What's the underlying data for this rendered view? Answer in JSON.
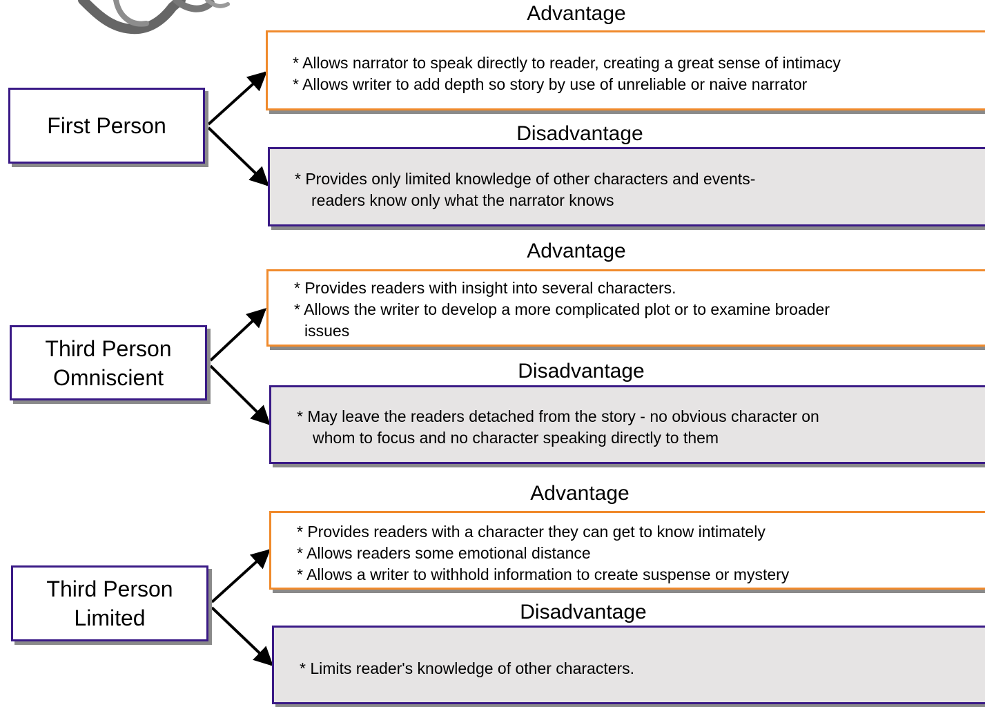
{
  "sections": [
    {
      "pov": [
        "First Person"
      ],
      "advantage": {
        "heading": "Advantage",
        "lines": [
          "* Allows narrator to speak directly to reader, creating a great sense of intimacy",
          "* Allows writer to add depth so story by use of unreliable or naive narrator"
        ]
      },
      "disadvantage": {
        "heading": "Disadvantage",
        "lines": [
          "* Provides only limited knowledge of other characters and events-",
          "readers know only what the narrator knows"
        ]
      }
    },
    {
      "pov": [
        "Third Person",
        "Omniscient"
      ],
      "advantage": {
        "heading": "Advantage",
        "lines": [
          "* Provides readers with insight into several characters.",
          "* Allows the writer to develop a more complicated plot or to examine broader",
          "issues"
        ]
      },
      "disadvantage": {
        "heading": "Disadvantage",
        "lines": [
          "* May leave the readers detached from the story - no obvious character on",
          "whom to focus and no character speaking directly to them"
        ]
      }
    },
    {
      "pov": [
        "Third Person",
        "Limited"
      ],
      "advantage": {
        "heading": "Advantage",
        "lines": [
          "* Provides readers with a character they can get to know intimately",
          "* Allows readers some emotional distance",
          "* Allows a writer to withhold information to create suspense or mystery"
        ]
      },
      "disadvantage": {
        "heading": "Disadvantage",
        "lines": [
          "* Limits reader's knowledge of other characters."
        ]
      }
    }
  ],
  "colors": {
    "advantage_border": "#f08a2c",
    "disadvantage_border": "#3a1a86",
    "disadvantage_fill": "#e6e4e4",
    "pov_border": "#3a1a86"
  },
  "icons": {
    "decoration": "ink-swirl-decoration-icon"
  }
}
